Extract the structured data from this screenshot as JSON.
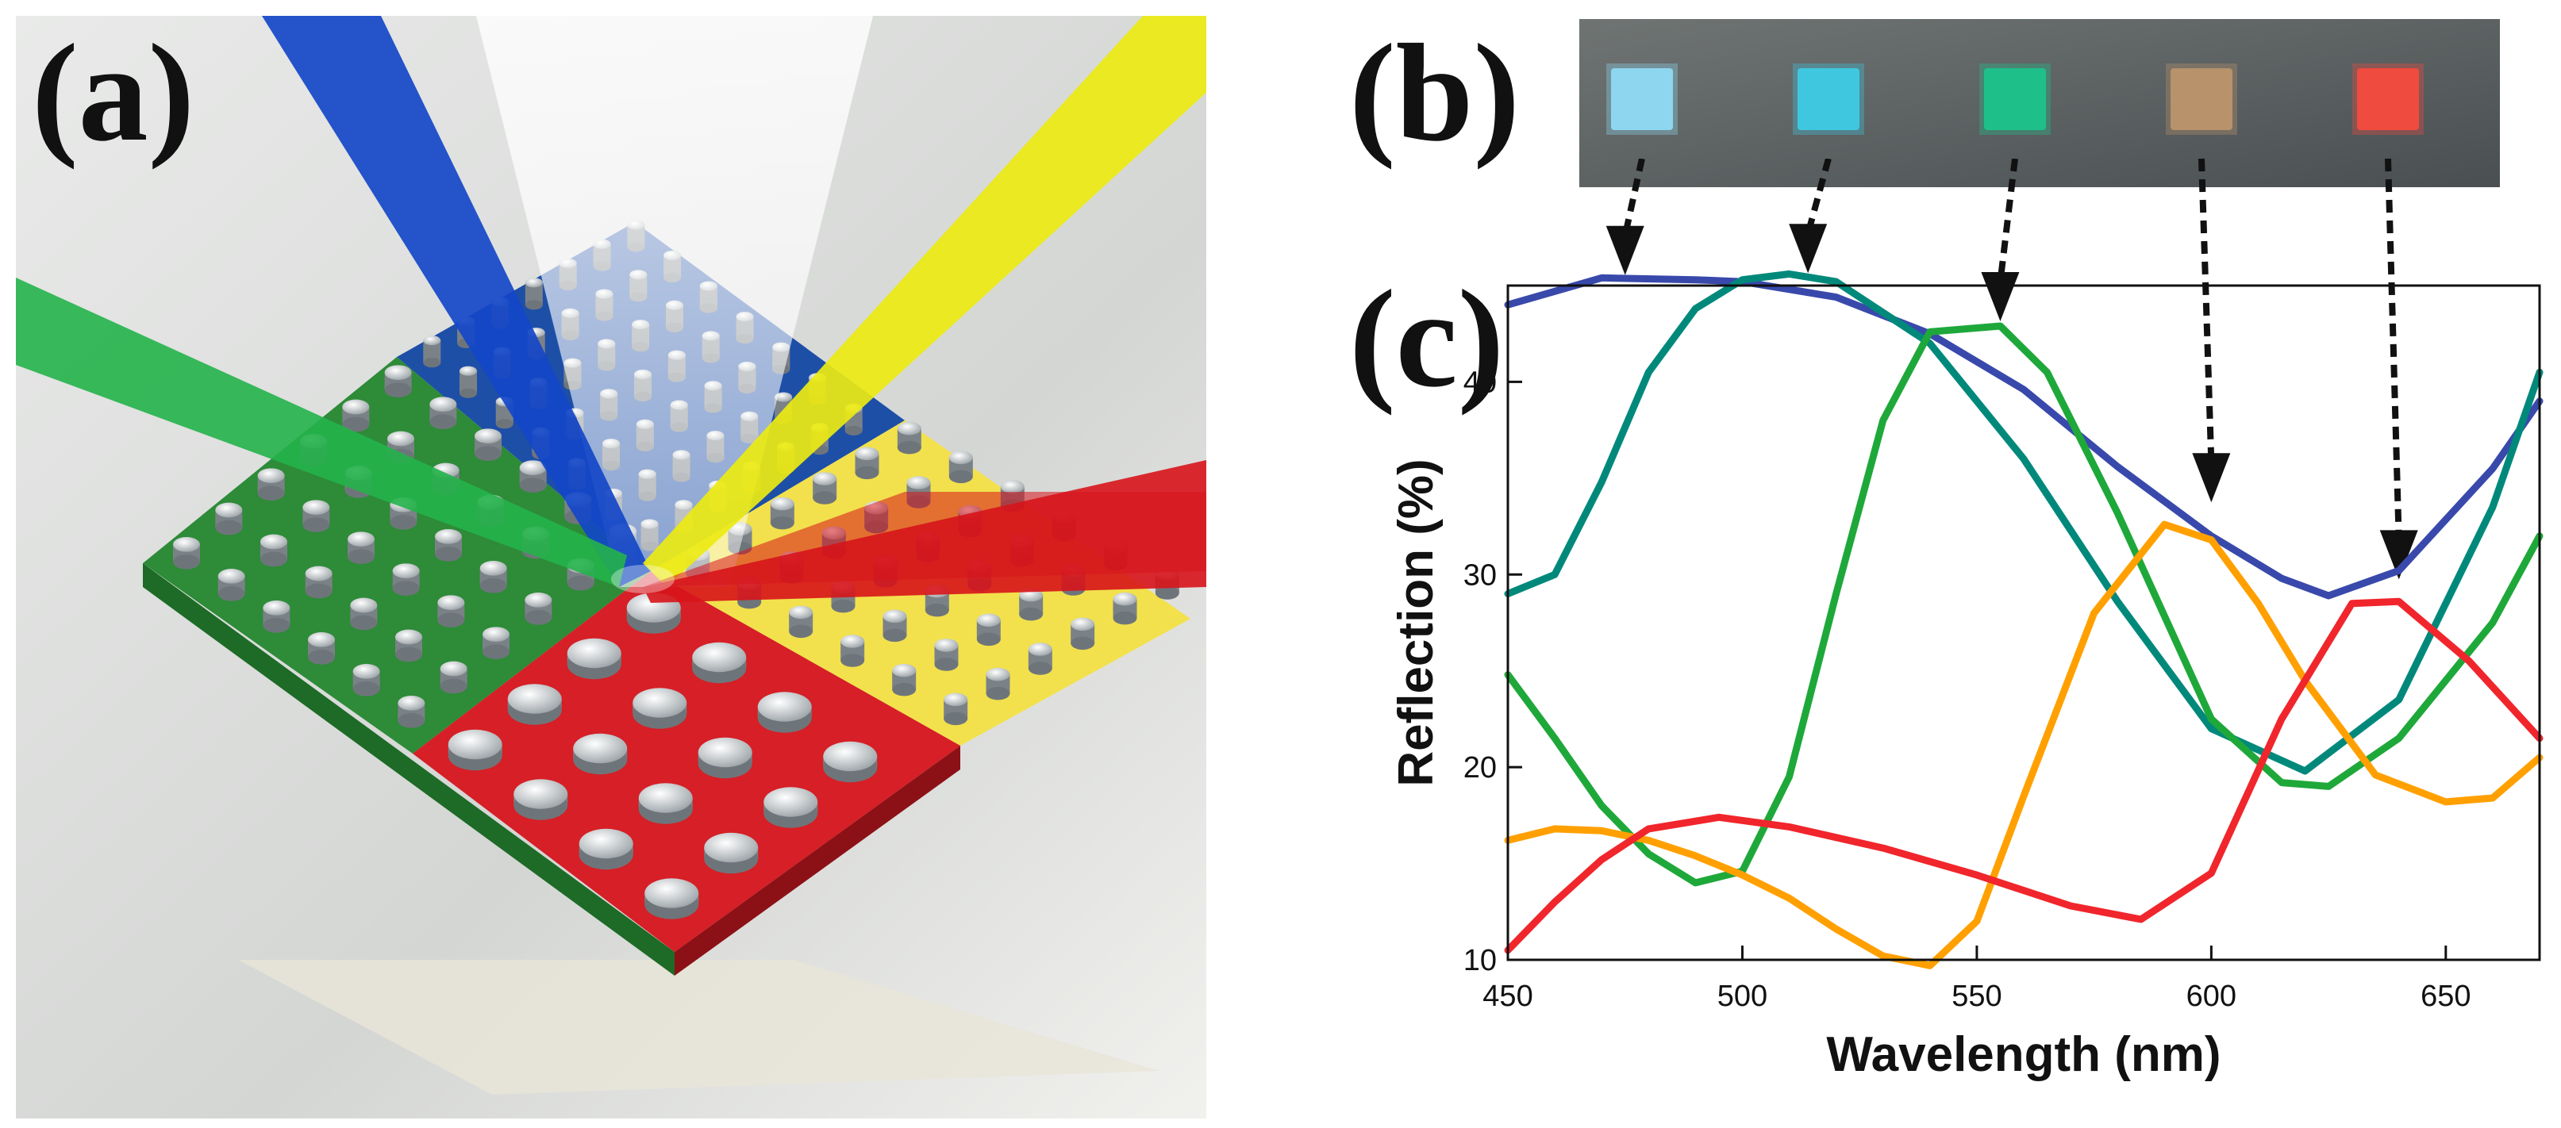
{
  "figure": {
    "panel_labels": {
      "a": "(a)",
      "b": "(b)",
      "c": "(c)"
    }
  },
  "colors": {
    "blue_curve": "#3949ab",
    "teal_curve": "#00897b",
    "green_curve": "#1fa83a",
    "orange_curve": "#ffa000",
    "red_curve": "#f0262c",
    "beam_blue": "#1446c8",
    "beam_yellow": "#ecea12",
    "beam_green": "#23b24a",
    "beam_red": "#d7141b",
    "metasurface_blue": "#1e4fa7",
    "metasurface_green": "#2e8b38",
    "metasurface_yellow": "#f2e14c",
    "metasurface_red": "#d61f26"
  },
  "swatches": [
    {
      "color": "#8ed6ef"
    },
    {
      "color": "#40c7e0"
    },
    {
      "color": "#1fbf8a"
    },
    {
      "color": "#b7926b"
    },
    {
      "color": "#ef4b3f"
    }
  ],
  "chart_data": {
    "type": "line",
    "xlabel": "Wavelength (nm)",
    "ylabel": "Reflection (%)",
    "xlim": [
      450,
      670
    ],
    "ylim": [
      10,
      45
    ],
    "xticks": [
      "450",
      "500",
      "550",
      "600",
      "650"
    ],
    "yticks": [
      "10",
      "20",
      "30",
      "40"
    ],
    "grid": false,
    "series": [
      {
        "color": "#3949ab",
        "x": [
          450,
          470,
          490,
          500,
          520,
          540,
          560,
          580,
          600,
          615,
          625,
          640,
          660,
          670
        ],
        "y": [
          44,
          45.4,
          45.3,
          45.2,
          44.4,
          42.5,
          39.6,
          35.6,
          32,
          29.8,
          28.9,
          30.2,
          35.5,
          39
        ]
      },
      {
        "color": "#00897b",
        "x": [
          450,
          460,
          470,
          480,
          490,
          500,
          510,
          520,
          540,
          560,
          580,
          600,
          620,
          640,
          660,
          670
        ],
        "y": [
          29,
          30,
          34.8,
          40.5,
          43.8,
          45.3,
          45.6,
          45.2,
          42,
          36,
          28.6,
          22,
          19.8,
          23.5,
          33.5,
          40.5
        ]
      },
      {
        "color": "#1fa83a",
        "x": [
          450,
          460,
          470,
          480,
          490,
          500,
          510,
          520,
          530,
          540,
          555,
          565,
          580,
          600,
          615,
          625,
          640,
          660,
          670
        ],
        "y": [
          24.8,
          21.5,
          18,
          15.5,
          14,
          14.6,
          19.5,
          29,
          38,
          42.6,
          42.9,
          40.5,
          33.2,
          22.5,
          19.2,
          19,
          21.5,
          27.5,
          32
        ]
      },
      {
        "color": "#ffa000",
        "x": [
          450,
          460,
          470,
          480,
          490,
          500,
          510,
          520,
          530,
          540,
          550,
          560,
          575,
          590,
          600,
          610,
          620,
          635,
          650,
          660,
          670
        ],
        "y": [
          16.2,
          16.8,
          16.7,
          16.2,
          15.4,
          14.4,
          13.2,
          11.6,
          10.2,
          9.7,
          12,
          18.5,
          28,
          32.6,
          31.8,
          28.5,
          24.5,
          19.6,
          18.2,
          18.4,
          20.5
        ]
      },
      {
        "color": "#f0262c",
        "x": [
          450,
          460,
          470,
          480,
          495,
          510,
          530,
          550,
          570,
          585,
          600,
          615,
          630,
          640,
          655,
          670
        ],
        "y": [
          10.5,
          13,
          15.2,
          16.8,
          17.4,
          16.9,
          15.8,
          14.4,
          12.8,
          12.1,
          14.5,
          22.5,
          28.5,
          28.6,
          25.5,
          21.5
        ]
      }
    ],
    "annotations": [
      {
        "type": "dashed-arrow",
        "from_swatch": 0,
        "to": [
          475,
          45.3
        ]
      },
      {
        "type": "dashed-arrow",
        "from_swatch": 1,
        "to": [
          514,
          45.4
        ]
      },
      {
        "type": "dashed-arrow",
        "from_swatch": 2,
        "to": [
          555,
          42.9
        ]
      },
      {
        "type": "dashed-arrow",
        "from_swatch": 3,
        "to": [
          600,
          33.5
        ]
      },
      {
        "type": "dashed-arrow",
        "from_swatch": 4,
        "to": [
          640,
          29.5
        ]
      }
    ]
  }
}
